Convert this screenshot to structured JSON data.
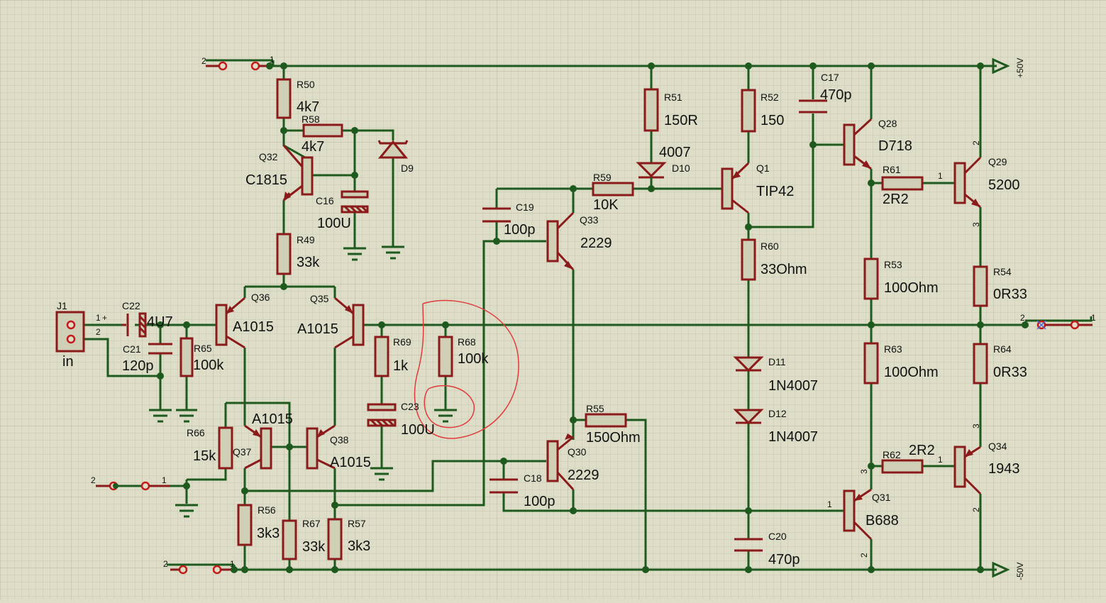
{
  "colors": {
    "background": "#ddddc8",
    "grid_minor": "#c9c9b2",
    "grid_major": "#b9b9a0",
    "wire": "#1e5a1e",
    "component": "#8b1a1a",
    "body_fill": "#cfcfb6",
    "pin_circle": "#c41a1a",
    "annotation": "#e23b3b"
  },
  "rails": {
    "positive": "+50V",
    "negative": "-50V"
  },
  "connectors": {
    "j1": {
      "ref": "J1",
      "label": "in",
      "pin1": "1",
      "pin1_plus": "+",
      "pin2": "2"
    },
    "top_left": {
      "pin_left": "2",
      "pin_right": "1"
    },
    "mid_left": {
      "pin_left": "2",
      "pin_right": "1"
    },
    "bottom_left": {
      "pin_left": "2",
      "pin_right": "1"
    },
    "output": {
      "pin_left": "2",
      "pin_right": "1"
    }
  },
  "components": {
    "C22": {
      "ref": "C22",
      "value": "4U7"
    },
    "C21": {
      "ref": "C21",
      "value": "120p"
    },
    "R65": {
      "ref": "R65",
      "value": "100k"
    },
    "R50": {
      "ref": "R50",
      "value": "4k7"
    },
    "R58": {
      "ref": "R58",
      "value": "4k7"
    },
    "Q32": {
      "ref": "Q32",
      "value": "C1815"
    },
    "C16": {
      "ref": "C16",
      "value": "100U"
    },
    "D9": {
      "ref": "D9",
      "value": ""
    },
    "R49": {
      "ref": "R49",
      "value": "33k"
    },
    "Q36": {
      "ref": "Q36",
      "value": "A1015"
    },
    "Q35": {
      "ref": "Q35",
      "value": "A1015"
    },
    "R69": {
      "ref": "R69",
      "value": "1k"
    },
    "R68": {
      "ref": "R68",
      "value": "100k"
    },
    "C23": {
      "ref": "C23",
      "value": "100U"
    },
    "R66": {
      "ref": "R66",
      "value": "15k"
    },
    "Q37": {
      "ref": "Q37",
      "value": "A1015"
    },
    "Q38": {
      "ref": "Q38",
      "value": "A1015"
    },
    "R56": {
      "ref": "R56",
      "value": "3k3"
    },
    "R67": {
      "ref": "R67",
      "value": "33k"
    },
    "R57": {
      "ref": "R57",
      "value": "3k3"
    },
    "C19": {
      "ref": "C19",
      "value": "100p"
    },
    "Q33": {
      "ref": "Q33",
      "value": "2229"
    },
    "R59": {
      "ref": "R59",
      "value": "10K"
    },
    "R51": {
      "ref": "R51",
      "value": "150R"
    },
    "D10": {
      "ref": "D10",
      "value": "4007"
    },
    "R55": {
      "ref": "R55",
      "value": "150Ohm"
    },
    "Q30": {
      "ref": "Q30",
      "value": "2229"
    },
    "C18": {
      "ref": "C18",
      "value": "100p"
    },
    "R52": {
      "ref": "R52",
      "value": "150"
    },
    "Q1": {
      "ref": "Q1",
      "value": "TIP42"
    },
    "R60": {
      "ref": "R60",
      "value": "33Ohm"
    },
    "D11": {
      "ref": "D11",
      "value": "1N4007"
    },
    "D12": {
      "ref": "D12",
      "value": "1N4007"
    },
    "C20": {
      "ref": "C20",
      "value": "470p"
    },
    "C17": {
      "ref": "C17",
      "value": "470p"
    },
    "Q28": {
      "ref": "Q28",
      "value": "D718"
    },
    "R61": {
      "ref": "R61",
      "value": "2R2"
    },
    "Q29": {
      "ref": "Q29",
      "value": "5200"
    },
    "R53": {
      "ref": "R53",
      "value": "100Ohm"
    },
    "R63": {
      "ref": "R63",
      "value": "100Ohm"
    },
    "R54": {
      "ref": "R54",
      "value": "0R33"
    },
    "R64": {
      "ref": "R64",
      "value": "0R33"
    },
    "R62": {
      "ref": "R62",
      "value": "2R2"
    },
    "Q34": {
      "ref": "Q34",
      "value": "1943"
    },
    "Q31": {
      "ref": "Q31",
      "value": "B688"
    }
  },
  "pin_numbers": {
    "q29_base": "1",
    "q29_collector": "2",
    "q29_emitter": "3",
    "q34_base": "1",
    "q34_emitter": "3",
    "q34_collector": "2",
    "q31_base": "1",
    "q31_emitter": "3",
    "q31_collector": "2"
  }
}
